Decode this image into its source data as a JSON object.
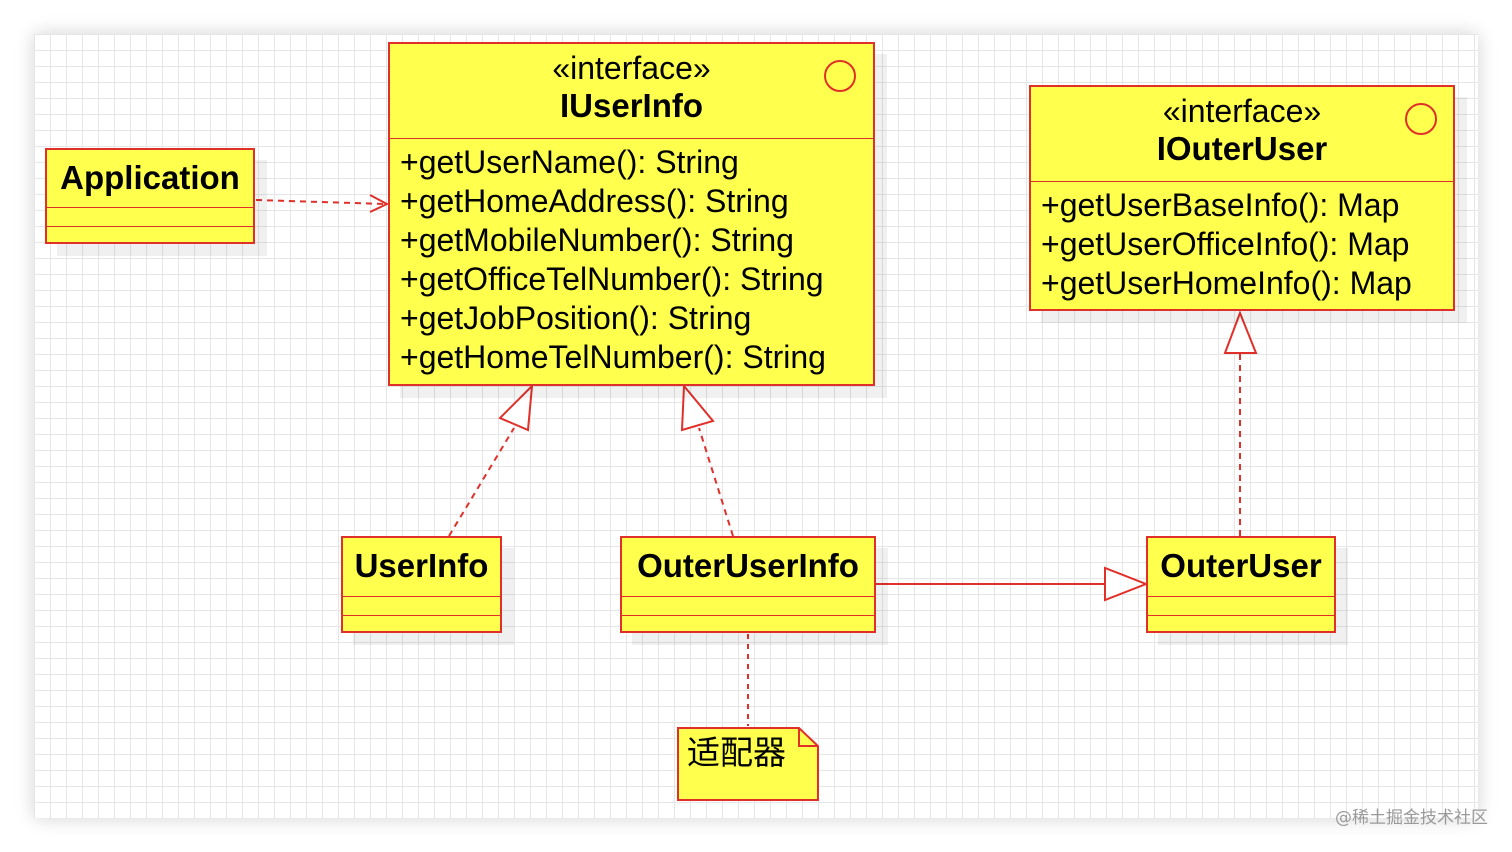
{
  "diagram": {
    "classes": {
      "application": {
        "name": "Application"
      },
      "iuserinfo": {
        "stereotype": "«interface»",
        "name": "IUserInfo",
        "operations": [
          "+getUserName(): String",
          "+getHomeAddress(): String",
          "+getMobileNumber(): String",
          "+getOfficeTelNumber(): String",
          "+getJobPosition(): String",
          "+getHomeTelNumber(): String"
        ]
      },
      "iouteruser": {
        "stereotype": "«interface»",
        "name": "IOuterUser",
        "operations": [
          "+getUserBaseInfo(): Map",
          "+getUserOfficeInfo(): Map",
          "+getUserHomeInfo(): Map"
        ]
      },
      "userinfo": {
        "name": "UserInfo"
      },
      "outeruserinfo": {
        "name": "OuterUserInfo"
      },
      "outeruser": {
        "name": "OuterUser"
      }
    },
    "note": {
      "text": "适配器"
    },
    "relations": [
      {
        "from": "Application",
        "to": "IUserInfo",
        "kind": "dependency"
      },
      {
        "from": "UserInfo",
        "to": "IUserInfo",
        "kind": "realization"
      },
      {
        "from": "OuterUserInfo",
        "to": "IUserInfo",
        "kind": "realization"
      },
      {
        "from": "OuterUser",
        "to": "IOuterUser",
        "kind": "realization"
      },
      {
        "from": "OuterUserInfo",
        "to": "OuterUser",
        "kind": "generalization"
      },
      {
        "from": "OuterUserInfo",
        "to": "适配器",
        "kind": "note-anchor"
      }
    ],
    "colors": {
      "fill": "#ffff4d",
      "stroke": "#e0302a",
      "grid": "#e6e6e6"
    }
  },
  "watermark": "@稀土掘金技术社区"
}
